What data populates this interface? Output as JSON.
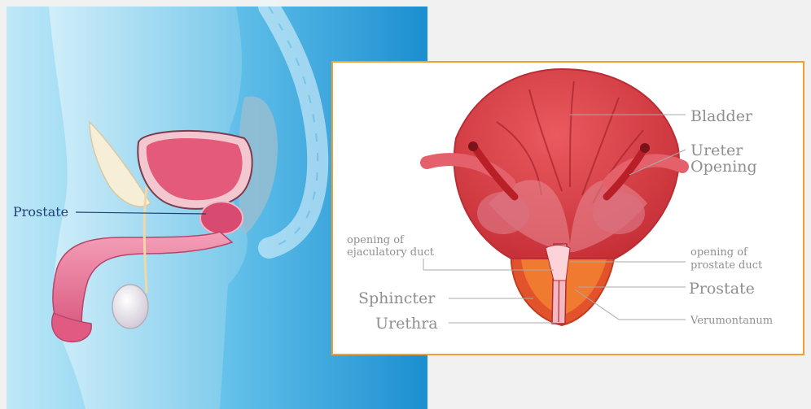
{
  "left_panel": {
    "prostate_label": "Prostate",
    "background_color": "#4fb6e0",
    "label_color": "#1f3f73"
  },
  "detail_panel": {
    "border_color": "#f0a030",
    "labels": {
      "bladder": "Bladder",
      "ureter": "Ureter",
      "opening": "Opening",
      "ejac_line1": "opening of",
      "ejac_line2": "ejaculatory duct",
      "pros_duct_line1": "opening of",
      "pros_duct_line2": "prostate duct",
      "sphincter": "Sphincter",
      "prostate": "Prostate",
      "urethra": "Urethra",
      "verumontanum": "Verumontanum"
    },
    "bladder_color": "#d8373f",
    "prostate_color": "#e2532b"
  }
}
